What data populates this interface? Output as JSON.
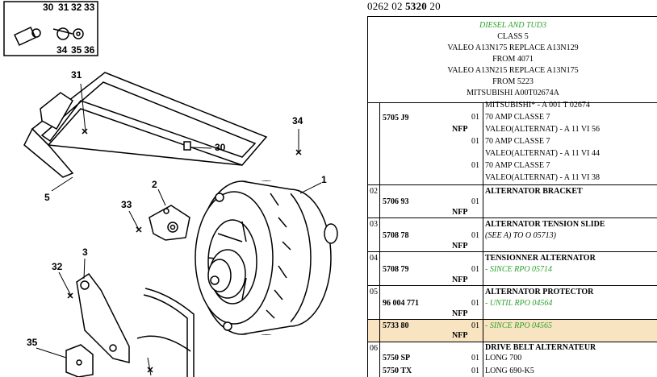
{
  "diagram": {
    "inset_labels": [
      "30",
      "31",
      "32",
      "33",
      "34",
      "35",
      "36"
    ],
    "callouts": [
      "31",
      "34",
      "30",
      "5",
      "2",
      "1",
      "33",
      "3",
      "32",
      "35"
    ]
  },
  "header": {
    "ref_prefix": "0262 02",
    "ref_bold": "5320",
    "ref_suffix": "20"
  },
  "desc": {
    "title": "DIESEL AND TUD3",
    "lines": [
      "CLASS 5",
      "VALEO A13N175 REPLACE A13N129",
      "FROM 4071",
      "VALEO A13N215 REPLACE A13N175",
      "FROM 5223",
      "MITSUBISHI A00T02674A"
    ]
  },
  "rows": [
    {
      "part": "5705 J9",
      "nfp": "NFP",
      "lines": [
        {
          "qty": "",
          "text": "MITSUBISHI* - A 001 T 02674"
        },
        {
          "qty": "01",
          "text": "70 AMP CLASSE 7"
        },
        {
          "qty": "",
          "text": "VALEO(ALTERNAT) - A 11 VI 56"
        },
        {
          "qty": "01",
          "text": "70 AMP CLASSE 7"
        },
        {
          "qty": "",
          "text": "VALEO(ALTERNAT) - A 11 VI 44"
        },
        {
          "qty": "01",
          "text": "70 AMP CLASSE 7"
        },
        {
          "qty": "",
          "text": "VALEO(ALTERNAT) - A 11 VI 38"
        }
      ]
    },
    {
      "idx": "02",
      "part": "5706 93",
      "nfp": "NFP",
      "qty": "01",
      "title": "ALTERNATOR BRACKET",
      "sub": ""
    },
    {
      "idx": "03",
      "part": "5708 78",
      "nfp": "NFP",
      "qty": "01",
      "title": "ALTERNATOR TENSION SLIDE",
      "sub": "(SEE A) TO O 05713)"
    },
    {
      "idx": "04",
      "part": "5708 79",
      "nfp": "NFP",
      "qty": "01",
      "title": "TENSIONNER ALTERNATOR",
      "sub": "- SINCE RPO 05714"
    },
    {
      "idx": "05",
      "part": "96 004 771",
      "nfp": "NFP",
      "qty": "01",
      "title": "ALTERNATOR PROTECTOR",
      "sub": "- UNTIL RPO 04564"
    },
    {
      "part": "5733 80",
      "nfp": "NFP",
      "qty": "01",
      "sub": "- SINCE RPO 04565"
    },
    {
      "idx": "06",
      "parts": [
        "5750 SP",
        "5750 TX"
      ],
      "qtys": [
        "01",
        "01"
      ],
      "title": "DRIVE BELT ALTERNATEUR",
      "lines": [
        "LONG 700",
        "LONG 690-K5"
      ]
    }
  ],
  "colors": {
    "accent_green": "#2aa02a",
    "highlight": "#f9e4c2"
  }
}
